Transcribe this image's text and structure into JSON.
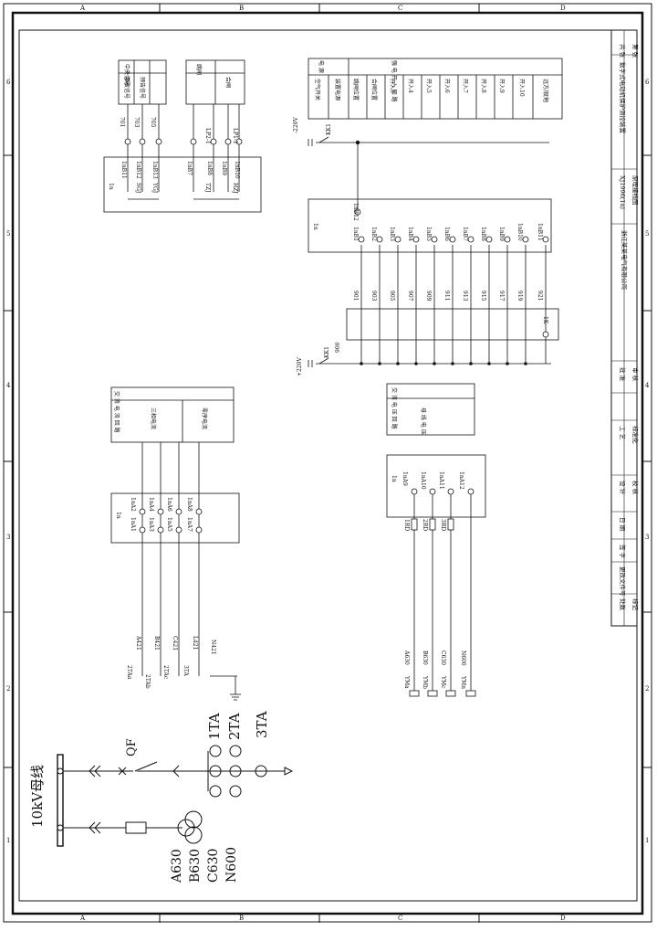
{
  "border": {
    "top_cols": [
      "A",
      "B",
      "C",
      "D"
    ],
    "bottom_cols": [
      "A",
      "B",
      "C",
      "D"
    ],
    "right_rows": [
      "6",
      "5",
      "4",
      "3",
      "2",
      "1"
    ],
    "left_rows": [
      "6",
      "5",
      "4",
      "3",
      "2",
      "1"
    ]
  },
  "title_block": {
    "project": "数字式电动机保护测控装置",
    "sheet_title": "原理接线图",
    "drawing_no": "XJ1996(1a)",
    "company": "浙江某某电气有限公司",
    "sheet_total": "共 张",
    "sheet_index": "第 张",
    "approve": "批 准",
    "audit": "审 核",
    "craft": "工 艺",
    "standard": "标准化",
    "design": "设 计",
    "proofread": "校 核",
    "date": "日 期",
    "sign": "签 字",
    "change_no": "更改文件号",
    "mark": "标记",
    "count": "处数"
  },
  "signal_table": {
    "headers": [
      "中央信号",
      "事故信号",
      "预告信号"
    ],
    "trip_headers": [
      "跳闸",
      "合闸"
    ],
    "wires": [
      "701",
      "703",
      "705"
    ],
    "lp_labels": [
      "LP2-1",
      "LP1-1"
    ],
    "terminals": [
      "1nB11",
      "1nB12",
      "1nB13",
      "1nB7",
      "1nB8",
      "1nB9",
      "1nB10"
    ],
    "contacts": [
      "SGJ",
      "YGJ",
      "TZJ",
      "HZJ"
    ],
    "device": "1n"
  },
  "di_table": {
    "title": "电 源",
    "group": "强 电 开 入 回 路",
    "rows": [
      "空气开关",
      "装置电源",
      "跳闸位置",
      "合闸位置",
      "开入3",
      "开入4",
      "开入5",
      "开入6",
      "开入7",
      "开入8",
      "开入9",
      "开入10",
      "远方/就地"
    ]
  },
  "di_circuit": {
    "neg_label": "-220V",
    "pos_label": "+220V",
    "breaker": "KK1",
    "breaker2": "KK1",
    "device": "1n",
    "terminals": [
      "1nB1",
      "1nB2",
      "1nB3",
      "1nB4",
      "1nB5",
      "1nB6",
      "1nB7",
      "1nB8",
      "1nB9",
      "1nB10",
      "1nB11",
      "1nB12"
    ],
    "wires": [
      "901",
      "903",
      "905",
      "907",
      "909",
      "911",
      "913",
      "915",
      "917",
      "919",
      "921"
    ],
    "common": "900",
    "switch": "1K"
  },
  "ac_current": {
    "title": "交 流 电 流 回 路",
    "sub1": "三相电流",
    "sub2": "零序电流",
    "device": "1n",
    "terminals_top": [
      "1nA2",
      "1nA4",
      "1nA6",
      "1nA8"
    ],
    "terminals_bot": [
      "1nA1",
      "1nA3",
      "1nA5",
      "1nA7"
    ],
    "wires": [
      "A421",
      "B421",
      "C421",
      "L421",
      "N421"
    ],
    "cts": [
      "2TAa",
      "2TAb",
      "2TAc",
      "3TA"
    ]
  },
  "ac_voltage": {
    "title": "交 流 电 压 回 路",
    "sub": "母 线 电 压",
    "device": "1n",
    "terminals": [
      "1nA9",
      "1nA10",
      "1nA11",
      "1nA12"
    ],
    "fuses": [
      "1RD",
      "2RD",
      "3RD"
    ],
    "wires": [
      "A630",
      "B630",
      "C630",
      "N600"
    ],
    "buses": [
      "YMa",
      "YMb",
      "YMc",
      "YMn"
    ]
  },
  "primary": {
    "bus": "10kV母线",
    "breaker": "QF",
    "ct1": "1TA",
    "ct2": "2TA",
    "ct3": "3TA",
    "vt_labels": [
      "A630",
      "B630",
      "C630",
      "N600"
    ]
  }
}
